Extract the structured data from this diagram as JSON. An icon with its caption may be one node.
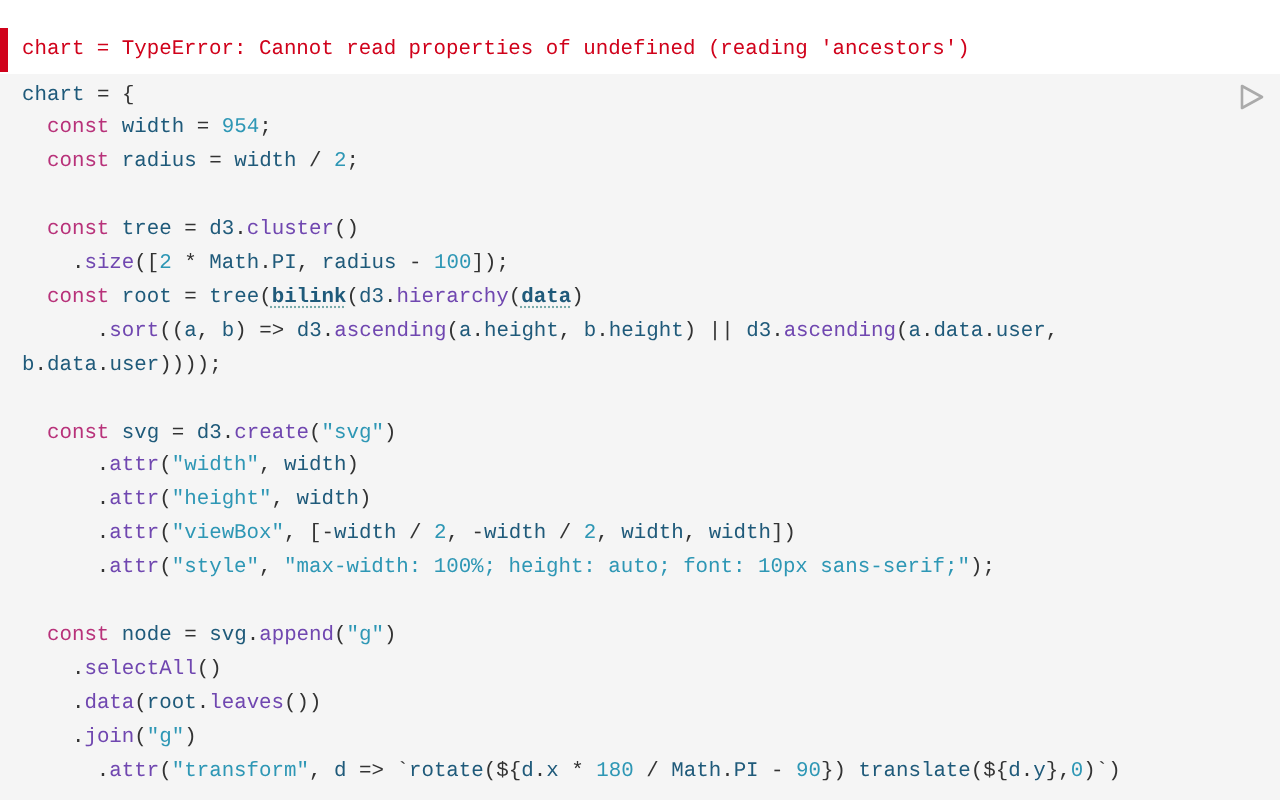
{
  "diagram": {
    "labels": [
      "chart = TypeError: Cannot read properties of undefined (reading 'ancestors')",
      "chart = {",
      "  const width = 954;",
      "  const radius = width / 2;",
      "  const tree = d3.cluster()",
      "    .size([2 * Math.PI, radius - 100]);",
      "  const root = tree(**bilink**(d3.hierarchy(**data**)",
      "      .sort((a, b) => d3.ascending(a.height, b.height) || d3.ascending(a.data.user, b.data.user))));",
      "  const svg = d3.create(\"svg\")",
      "      .attr(\"width\", width)",
      "      .attr(\"height\", width)",
      "      .attr(\"viewBox\", [-width / 2, -width / 2, width, width])",
      "      .attr(\"style\", \"max-width: 100%; height: auto; font: 10px sans-serif;\");",
      "  const node = svg.append(\"g\")",
      "    .selectAll()",
      "    .data(root.leaves())",
      "    .join(\"g\")",
      "      .attr(\"transform\", d => `rotate(${d.x * 180 / Math.PI - 90}) translate(${d.y},0)`)"
    ]
  }
}
